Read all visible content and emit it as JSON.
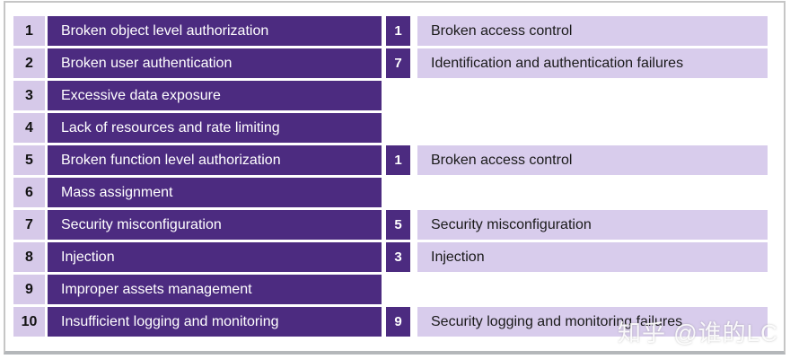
{
  "rows": [
    {
      "api_rank": "1",
      "api_label": "Broken object level authorization",
      "web_rank": "1",
      "web_label": "Broken access control"
    },
    {
      "api_rank": "2",
      "api_label": "Broken user authentication",
      "web_rank": "7",
      "web_label": "Identification and authentication failures"
    },
    {
      "api_rank": "3",
      "api_label": "Excessive data exposure"
    },
    {
      "api_rank": "4",
      "api_label": "Lack of resources and rate limiting"
    },
    {
      "api_rank": "5",
      "api_label": "Broken function level authorization",
      "web_rank": "1",
      "web_label": "Broken access control"
    },
    {
      "api_rank": "6",
      "api_label": "Mass assignment"
    },
    {
      "api_rank": "7",
      "api_label": "Security misconfiguration",
      "web_rank": "5",
      "web_label": "Security misconfiguration"
    },
    {
      "api_rank": "8",
      "api_label": "Injection",
      "web_rank": "3",
      "web_label": "Injection"
    },
    {
      "api_rank": "9",
      "api_label": "Improper assets management"
    },
    {
      "api_rank": "10",
      "api_label": "Insufficient logging and monitoring",
      "web_rank": "9",
      "web_label": "Security logging and monitoring failures"
    }
  ],
  "watermark": "知乎 @谁的LC",
  "colors": {
    "dark_purple": "#4C2B80",
    "light_purple": "#D8CCEC",
    "rank_column_purple": "#D6C9E9",
    "rank_text": "#121212",
    "bar_text_light": "#FFFFFF",
    "bar_text_dark": "#1A1A1A",
    "frame_border": "#C6C6C6"
  }
}
